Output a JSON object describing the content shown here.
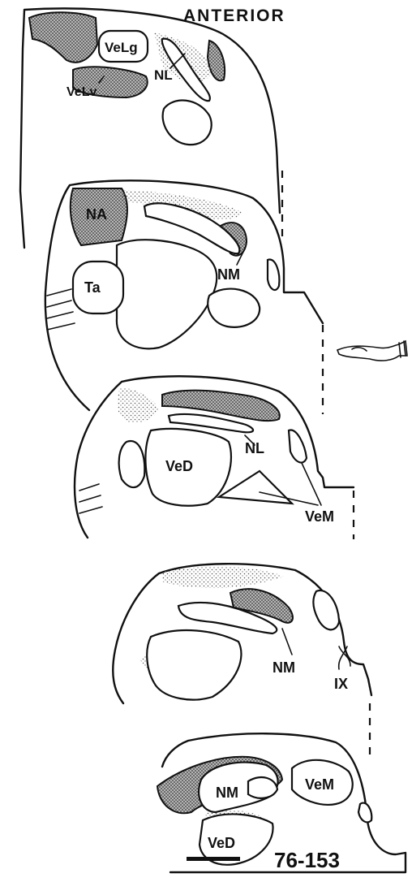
{
  "title": "ANTERIOR",
  "specimen_id": "76-153",
  "sections": [
    {
      "labels": [
        "VeLg",
        "VeLv",
        "NL"
      ]
    },
    {
      "labels": [
        "NA",
        "NM",
        "Ta"
      ]
    },
    {
      "labels": [
        "VeD",
        "NL",
        "VeM"
      ]
    },
    {
      "labels": [
        "NM",
        "IX"
      ]
    },
    {
      "labels": [
        "NM",
        "VeM",
        "VeD"
      ]
    }
  ],
  "colors": {
    "ink": "#111111",
    "paper": "#ffffff",
    "stipple": "#555555"
  },
  "icons": {
    "hand": "pointing-hand-icon",
    "scale": "scale-bar"
  }
}
